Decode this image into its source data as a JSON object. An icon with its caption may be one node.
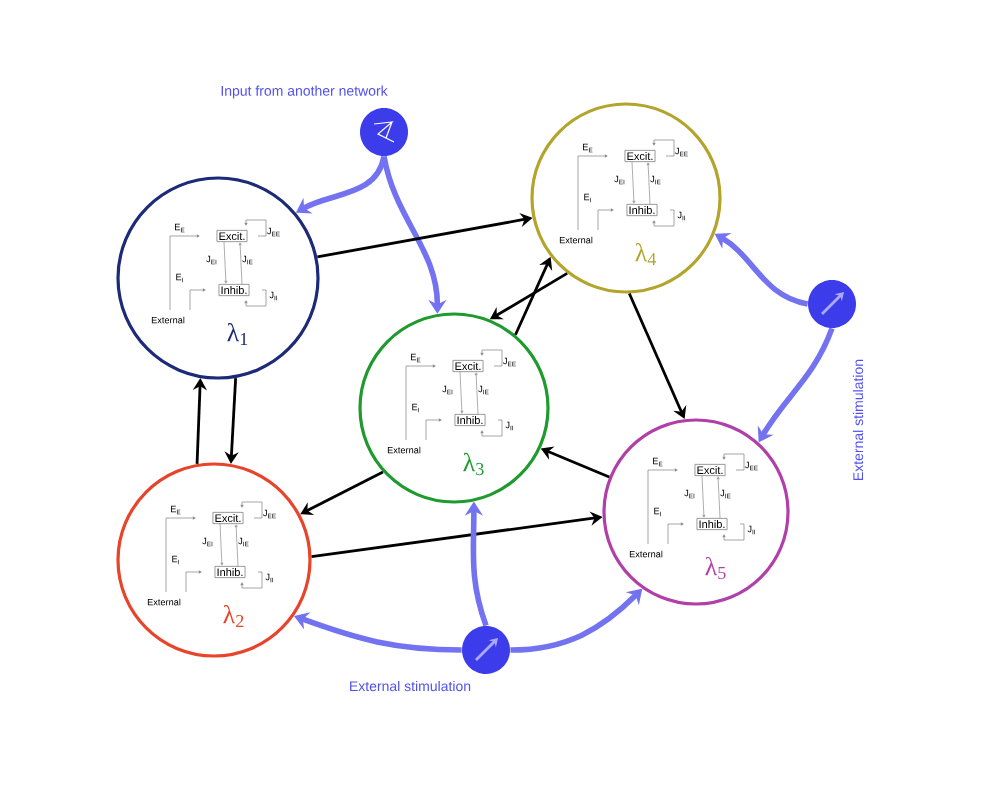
{
  "diagram": {
    "nodes": [
      {
        "text": [],
        "shape": "circle",
        "beside": [
          "Input from another network"
        ]
      },
      {
        "text": [
          "E$_{E}$",
          "J$_{EE}$",
          "J$_{EI}$",
          "J$_{IE}$",
          "E$_{I}$",
          "J$_{II}$",
          "External",
          "λ$_{1}$"
        ]
      },
      {
        "text": [
          "Excit."
        ],
        "in": 1
      },
      {
        "text": [
          "Inhib."
        ],
        "in": 1
      },
      {
        "text": [
          "E$_{E}$",
          "J$_{EE}$",
          "J$_{EI}$",
          "J$_{IE}$",
          "E$_{I}$",
          "J$_{II}$",
          "External",
          "λ$_{4}$"
        ]
      },
      {
        "text": [
          "Excit."
        ],
        "in": 4
      },
      {
        "text": [
          "Inhib."
        ],
        "in": 4
      },
      {
        "text": [
          "E$_{E}$",
          "J$_{EE}$",
          "J$_{EI}$",
          "J$_{IE}$",
          "E$_{I}$",
          "J$_{II}$",
          "External",
          "λ$_{3}$"
        ]
      },
      {
        "text": [
          "Excit."
        ],
        "in": 7
      },
      {
        "text": [
          "Inhib."
        ],
        "in": 7
      },
      {
        "text": [],
        "shape": "circle",
        "beside": [
          "External stimulation"
        ]
      },
      {
        "text": [
          "E$_{E}$",
          "J$_{EE}$",
          "J$_{EI}$",
          "J$_{IE}$",
          "E$_{I}$",
          "J$_{II}$",
          "External",
          "λ$_{2}$"
        ]
      },
      {
        "text": [
          "Excit."
        ],
        "in": 11
      },
      {
        "text": [
          "Inhib."
        ],
        "in": 11
      },
      {
        "text": [
          "E$_{E}$",
          "J$_{EE}$",
          "J$_{EI}$",
          "J$_{IE}$",
          "E$_{I}$",
          "J$_{II}$",
          "External",
          "λ$_{5}$"
        ]
      },
      {
        "text": [
          "Excit."
        ],
        "in": 14
      },
      {
        "text": [
          "Inhib."
        ],
        "in": 14
      },
      {
        "text": [],
        "shape": "circle",
        "beside": [
          "External stimulation"
        ]
      }
    ],
    "edges": [
      {
        "from": 0,
        "to": 1,
        "arrow": "to",
        "color": "#7373f2"
      },
      {
        "from": 0,
        "to": 7,
        "arrow": "to",
        "color": "#7373f2"
      },
      {
        "from": 1,
        "to": 4,
        "arrow": "to",
        "color": "#000000"
      },
      {
        "from": 11,
        "to": 1,
        "arrow": "to",
        "color": "#000000"
      },
      {
        "from": 1,
        "to": 11,
        "arrow": "to",
        "color": "#000000"
      },
      {
        "from": 4,
        "to": 7,
        "arrow": "to",
        "color": "#000000"
      },
      {
        "from": 7,
        "to": 4,
        "arrow": "to",
        "color": "#000000"
      },
      {
        "from": 4,
        "to": 14,
        "arrow": "to",
        "color": "#000000"
      },
      {
        "from": 14,
        "to": 7,
        "arrow": "to",
        "color": "#000000"
      },
      {
        "from": 7,
        "to": 11,
        "arrow": "to",
        "color": "#000000"
      },
      {
        "from": 11,
        "to": 14,
        "arrow": "to",
        "color": "#000000"
      },
      {
        "from": 10,
        "to": 4,
        "arrow": "to",
        "color": "#7373f2"
      },
      {
        "from": 10,
        "to": 14,
        "arrow": "to",
        "color": "#7373f2"
      },
      {
        "from": 17,
        "to": 11,
        "arrow": "to",
        "color": "#7373f2"
      },
      {
        "from": 17,
        "to": 7,
        "arrow": "to",
        "color": "#7373f2"
      },
      {
        "from": 17,
        "to": 14,
        "arrow": "to",
        "color": "#7373f2"
      },
      {
        "from": 2,
        "to": 3,
        "arrow": "to",
        "color": "#999999"
      },
      {
        "from": 3,
        "to": 2,
        "arrow": "to",
        "color": "#999999"
      },
      {
        "from": 5,
        "to": 6,
        "arrow": "to",
        "color": "#999999"
      },
      {
        "from": 6,
        "to": 5,
        "arrow": "to",
        "color": "#999999"
      },
      {
        "from": 8,
        "to": 9,
        "arrow": "to",
        "color": "#999999"
      },
      {
        "from": 9,
        "to": 8,
        "arrow": "to",
        "color": "#999999"
      },
      {
        "from": 12,
        "to": 13,
        "arrow": "to",
        "color": "#999999"
      },
      {
        "from": 13,
        "to": 12,
        "arrow": "to",
        "color": "#999999"
      },
      {
        "from": 15,
        "to": 16,
        "arrow": "to",
        "color": "#999999"
      },
      {
        "from": 16,
        "to": 15,
        "arrow": "to",
        "color": "#999999"
      }
    ]
  }
}
